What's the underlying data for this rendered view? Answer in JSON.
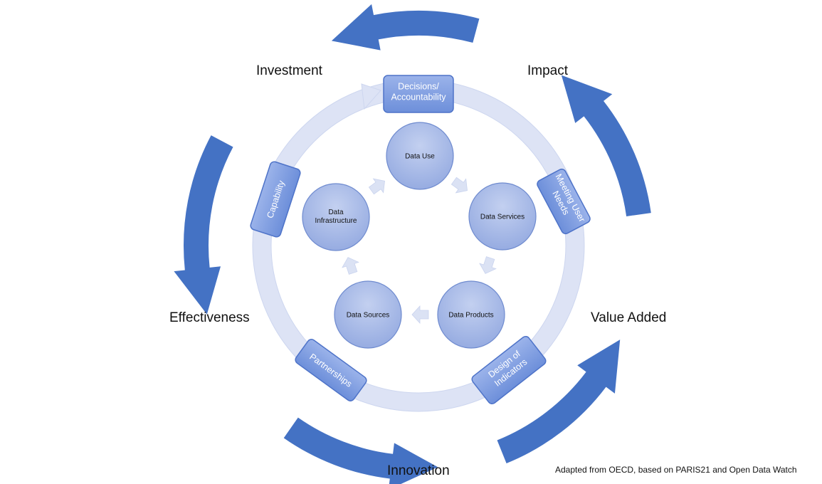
{
  "outer_labels": {
    "investment": "Investment",
    "impact": "Impact",
    "effectiveness": "Effectiveness",
    "value_added": "Value Added",
    "innovation": "Innovation"
  },
  "ring_boxes": {
    "decisions": [
      "Decisions/",
      "Accountability"
    ],
    "meeting_user_needs": [
      "Meeting User",
      "Needs"
    ],
    "design_of_indicators": [
      "Design of",
      "Indicators"
    ],
    "partnerships": [
      "Partnerships"
    ],
    "capability": [
      "Capability"
    ]
  },
  "inner_circles": {
    "data_use": [
      "Data Use"
    ],
    "data_services": [
      "Data Services"
    ],
    "data_products": [
      "Data Products"
    ],
    "data_sources": [
      "Data Sources"
    ],
    "data_infrastructure": [
      "Data",
      "Infrastructure"
    ]
  },
  "credit": "Adapted from OECD, based on PARIS21 and Open Data Watch",
  "colors": {
    "big_arrow": "#4472c4",
    "ring": "#dde3f5",
    "box_fill": "#7f9de0",
    "box_stroke": "#4e73c8",
    "circle_fill": "#a9bbe8",
    "circle_stroke": "#6f8bcf",
    "small_arrow": "#dbe2f4"
  },
  "icons": {
    "big_arrow": "curved-arrow",
    "small_arrow": "chevron-arrow"
  }
}
